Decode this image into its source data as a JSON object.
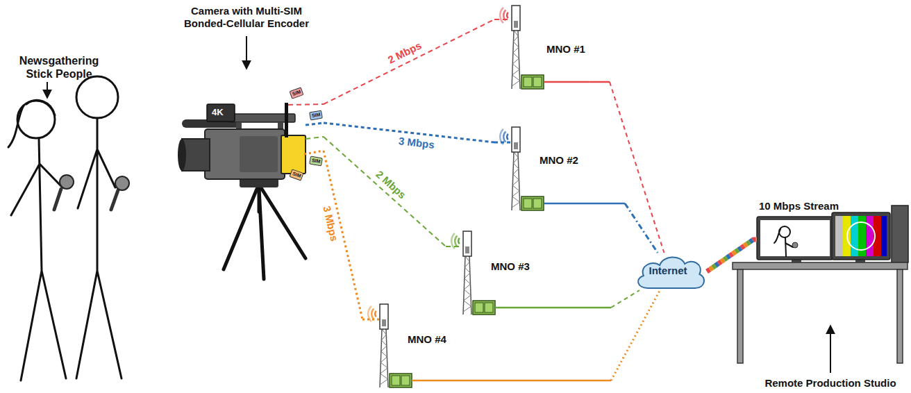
{
  "diagram": {
    "nodes": [
      {
        "text": [
          "Camera with Multi-SIM Bonded-Cellular Encoder"
        ]
      },
      {
        "text": [
          "MNO #1"
        ]
      },
      {
        "text": [
          "MNO #2"
        ]
      },
      {
        "text": [
          "MNO #3"
        ]
      },
      {
        "text": [
          "MNO #4"
        ]
      },
      {
        "text": [
          "Internet"
        ]
      },
      {
        "text": [
          "10 Mbps Stream",
          "Remote Production Studio"
        ]
      }
    ],
    "edges": [
      {
        "from": 0,
        "to": 1,
        "label": "2 Mbps",
        "arrow": "none"
      },
      {
        "from": 0,
        "to": 2,
        "label": "3 Mbps",
        "arrow": "none"
      },
      {
        "from": 0,
        "to": 3,
        "label": "2 Mbps",
        "arrow": "none"
      },
      {
        "from": 0,
        "to": 4,
        "label": "3 Mbps",
        "arrow": "none"
      },
      {
        "from": 1,
        "to": 5,
        "arrow": "none"
      },
      {
        "from": 2,
        "to": 5,
        "arrow": "none"
      },
      {
        "from": 3,
        "to": 5,
        "arrow": "none"
      },
      {
        "from": 4,
        "to": 5,
        "arrow": "none"
      },
      {
        "from": 5,
        "to": 6,
        "arrow": "none"
      }
    ],
    "labels": [
      "Newsgathering Stick People",
      "4K",
      "SIM",
      "SIM",
      "SIM",
      "SIM"
    ]
  }
}
